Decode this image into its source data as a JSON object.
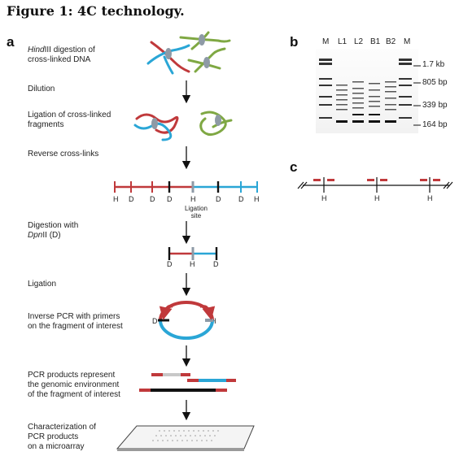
{
  "figure": {
    "title": "Figure 1: 4C technology."
  },
  "panels": {
    "a": "a",
    "b": "b",
    "c": "c"
  },
  "steps": [
    {
      "pre_italic": "",
      "italic": "Hind",
      "rest": "III digestion of",
      "line2": "cross-linked DNA"
    },
    {
      "pre_italic": "",
      "italic": "",
      "rest": "Dilution",
      "line2": ""
    },
    {
      "pre_italic": "",
      "italic": "",
      "rest": "Ligation of cross-linked",
      "line2": "fragments"
    },
    {
      "pre_italic": "",
      "italic": "",
      "rest": "Reverse cross-links",
      "line2": ""
    },
    {
      "pre_italic": "",
      "italic": "",
      "rest": "Digestion with",
      "line2_italic": "Dpn",
      "line2": "II (D)"
    },
    {
      "pre_italic": "",
      "italic": "",
      "rest": "Ligation",
      "line2": ""
    },
    {
      "pre_italic": "",
      "italic": "",
      "rest": "Inverse PCR with primers",
      "line2": "on the fragment of interest"
    },
    {
      "pre_italic": "",
      "italic": "",
      "rest": "PCR products represent",
      "line2": "the genomic environment",
      "line3": "of the fragment of interest"
    },
    {
      "pre_italic": "",
      "italic": "",
      "rest": "Characterization of",
      "line2": "PCR products",
      "line3": "on a microarray"
    }
  ],
  "restriction_labels": {
    "row1": [
      "H",
      "D",
      "D",
      "D",
      "H",
      "D",
      "D",
      "H"
    ],
    "ligation_site": [
      "Ligation",
      "site"
    ],
    "row2": [
      "D",
      "H",
      "D"
    ],
    "circle": [
      "D",
      "H"
    ]
  },
  "gel": {
    "lanes": [
      "M",
      "L1",
      "L2",
      "B1",
      "B2",
      "M"
    ],
    "markers": [
      "1.7 kb",
      "805 bp",
      "339 bp",
      "164 bp"
    ]
  },
  "panel_c": {
    "labels": [
      "H",
      "H",
      "H"
    ]
  },
  "colors": {
    "red": "#c0393b",
    "blue": "#2aa6d6",
    "green": "#7fa843",
    "gray": "#8e9aa6",
    "black": "#111111"
  }
}
